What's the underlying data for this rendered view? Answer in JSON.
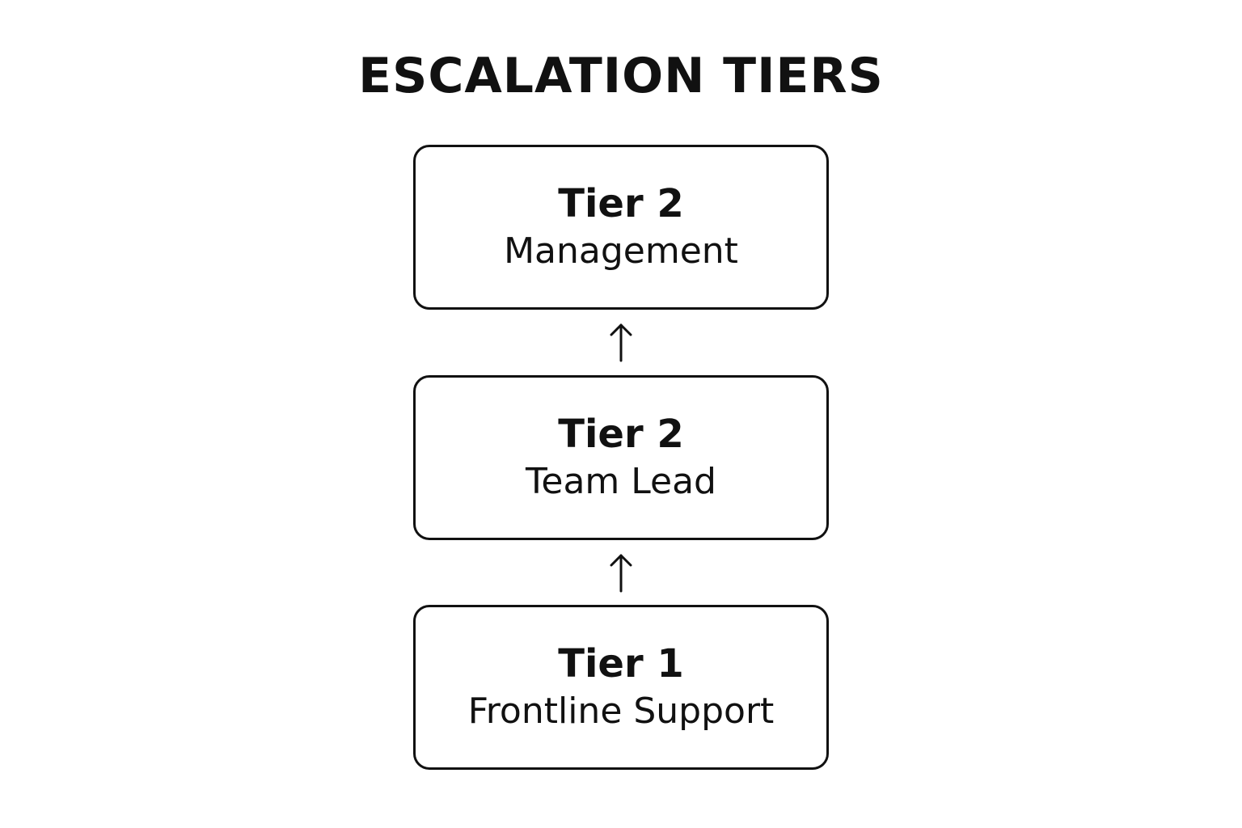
{
  "diagram": {
    "title": "ESCALATION TIERS",
    "tiers": [
      {
        "name": "Tier 2",
        "role": "Management"
      },
      {
        "name": "Tier 2",
        "role": "Team Lead"
      },
      {
        "name": "Tier 1",
        "role": "Frontline Support"
      }
    ],
    "arrows": [
      {
        "from": "Team Lead",
        "to": "Management",
        "direction": "up",
        "icon": "arrow-up-icon"
      },
      {
        "from": "Frontline Support",
        "to": "Team Lead",
        "direction": "up",
        "icon": "arrow-up-icon"
      }
    ],
    "colors": {
      "stroke": "#111111",
      "background": "#ffffff"
    }
  }
}
